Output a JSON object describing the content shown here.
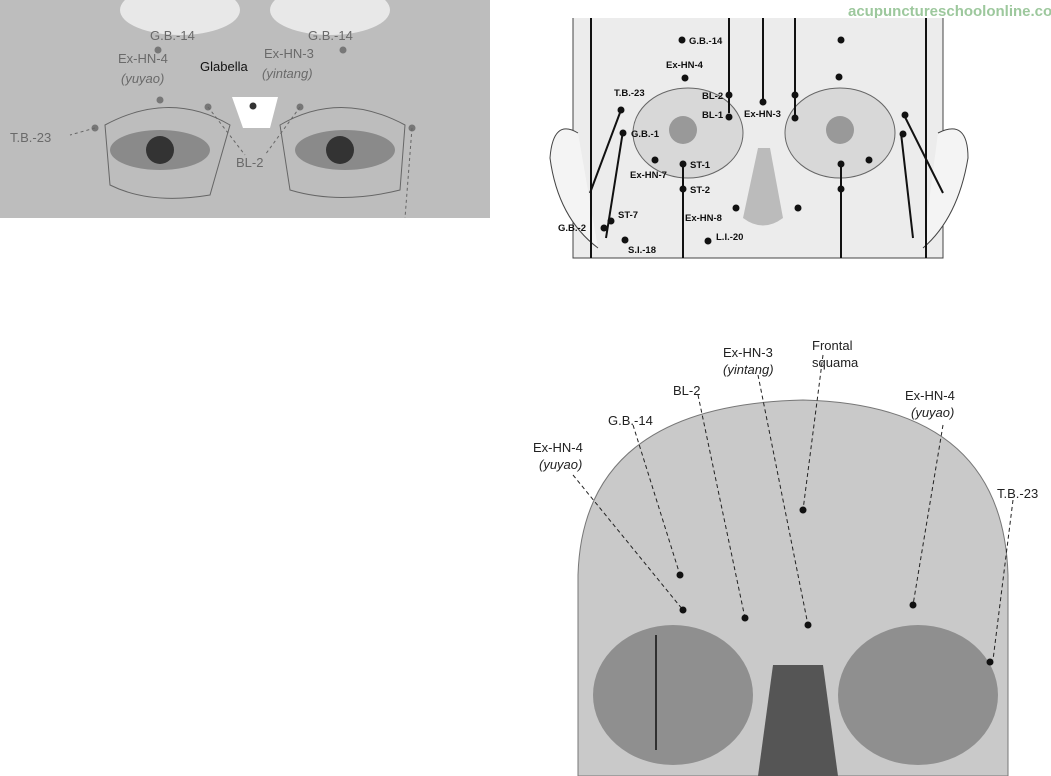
{
  "watermark": "acupunctureschoolonline.com",
  "photo": {
    "gb14_left": "G.B.-14",
    "gb14_right": "G.B.-14",
    "exhn4": "Ex-HN-4",
    "exhn4_sub": "(yuyao)",
    "glabella": "Glabella",
    "exhn3": "Ex-HN-3",
    "exhn3_sub": "(yintang)",
    "tb23": "T.B.-23",
    "bl2": "BL-2"
  },
  "face": {
    "gb14": "G.B.-14",
    "exhn4": "Ex-HN-4",
    "tb23": "T.B.-23",
    "bl2": "BL-2",
    "bl1": "BL-1",
    "exhn3": "Ex-HN-3",
    "gb1": "G.B.-1",
    "st1": "ST-1",
    "exhn7": "Ex-HN-7",
    "st2": "ST-2",
    "exhn8": "Ex-HN-8",
    "st7": "ST-7",
    "gb2": "G.B.-2",
    "li20": "L.I.-20",
    "si18": "S.I.-18"
  },
  "skull": {
    "frontal1": "Frontal",
    "frontal2": "squama",
    "exhn3": "Ex-HN-3",
    "exhn3_sub": "(yintang)",
    "bl2": "BL-2",
    "gb14": "G.B.-14",
    "exhn4_left": "Ex-HN-4",
    "exhn4_left_sub": "(yuyao)",
    "exhn4_right": "Ex-HN-4",
    "exhn4_right_sub": "(yuyao)",
    "tb23": "T.B.-23"
  }
}
